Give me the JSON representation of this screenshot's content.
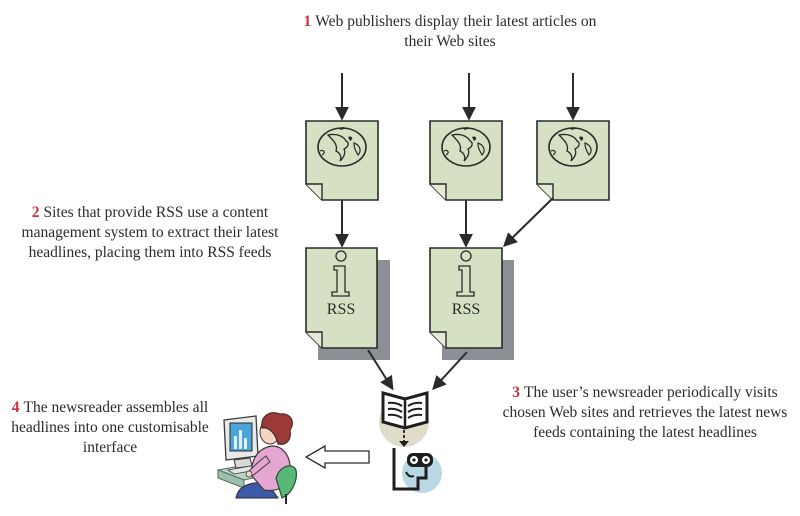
{
  "title": "How RSS works",
  "colors": {
    "document_fill": "#d6e0c2",
    "document_stroke": "#2b2b2b",
    "shadow": "#8c9096",
    "step_number": "#c8323a",
    "book_circle": "#e0dccc",
    "person_circle": "#b8d8e6",
    "arrow": "#2b2b2b"
  },
  "steps": [
    {
      "number": "1",
      "text": "Web publishers display their latest articles on their Web sites"
    },
    {
      "number": "2",
      "text": "Sites that provide RSS use a content management system to extract their latest headlines, placing them into RSS feeds"
    },
    {
      "number": "3",
      "text": "The user’s newsreader periodically visits chosen Web sites and retrieves the latest news feeds containing the latest headlines"
    },
    {
      "number": "4",
      "text": "The newsreader assembles all headlines into one customisable interface"
    }
  ],
  "web_pages": [
    {
      "icon": "globe-icon"
    },
    {
      "icon": "globe-icon"
    },
    {
      "icon": "globe-icon"
    }
  ],
  "rss_feeds": [
    {
      "icon": "info-icon",
      "label": "RSS"
    },
    {
      "icon": "info-icon",
      "label": "RSS"
    }
  ],
  "newsreader": {
    "icons": [
      "book-icon",
      "person-viewer-icon"
    ]
  },
  "user": {
    "icon": "woman-at-computer-icon"
  }
}
